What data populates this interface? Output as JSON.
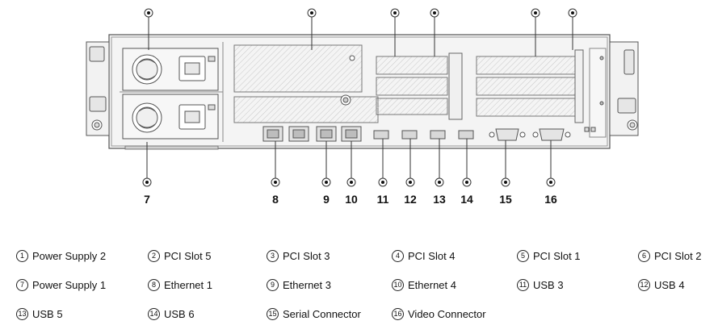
{
  "callout_numbers": [
    "7",
    "8",
    "9",
    "10",
    "11",
    "12",
    "13",
    "14",
    "15",
    "16"
  ],
  "legend": [
    {
      "num": "1",
      "label": "Power Supply 2"
    },
    {
      "num": "2",
      "label": "PCI Slot 5"
    },
    {
      "num": "3",
      "label": "PCI Slot 3"
    },
    {
      "num": "4",
      "label": "PCI Slot 4"
    },
    {
      "num": "5",
      "label": "PCI Slot 1"
    },
    {
      "num": "6",
      "label": "PCI Slot 2"
    },
    {
      "num": "7",
      "label": "Power Supply 1"
    },
    {
      "num": "8",
      "label": "Ethernet 1"
    },
    {
      "num": "9",
      "label": "Ethernet 3"
    },
    {
      "num": "10",
      "label": "Ethernet 4"
    },
    {
      "num": "11",
      "label": "USB 3"
    },
    {
      "num": "12",
      "label": "USB 4"
    },
    {
      "num": "13",
      "label": "USB 5"
    },
    {
      "num": "14",
      "label": "USB 6"
    },
    {
      "num": "15",
      "label": "Serial Connector"
    },
    {
      "num": "16",
      "label": "Video Connector"
    }
  ]
}
